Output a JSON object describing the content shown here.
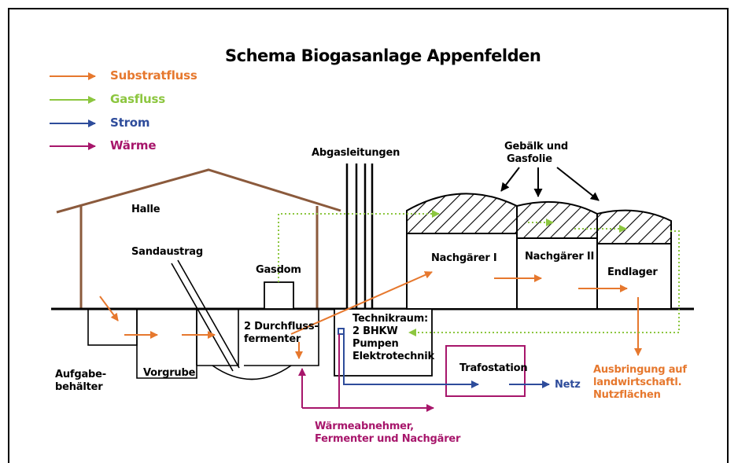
{
  "title": "Schema Biogasanlage Appenfelden",
  "colors": {
    "substrate": "#e6782e",
    "gas": "#8cc63f",
    "power": "#2e4c9b",
    "heat": "#a7166b",
    "building": "#8b5a3c",
    "line": "#000000"
  },
  "legend": [
    {
      "label": "Substratfluss",
      "color": "#e6782e"
    },
    {
      "label": "Gasfluss",
      "color": "#8cc63f"
    },
    {
      "label": "Strom",
      "color": "#2e4c9b"
    },
    {
      "label": "Wärme",
      "color": "#a7166b"
    }
  ],
  "labels": {
    "halle": "Halle",
    "sandaustrag": "Sandaustrag",
    "gasdom": "Gasdom",
    "abgasleitungen": "Abgasleitungen",
    "gebaelk_1": "Gebälk und",
    "gebaelk_2": "Gasfolie",
    "nachgaerer1": "Nachgärer I",
    "nachgaerer2": "Nachgärer II",
    "endlager": "Endlager",
    "durchfluss_1": "2 Durchfluss-",
    "durchfluss_2": "fermenter",
    "technik_1": "Technikraum:",
    "technik_2": "2 BHKW",
    "technik_3": "Pumpen",
    "technik_4": "Elektrotechnik",
    "aufgabe_1": "Aufgabe-",
    "aufgabe_2": "behälter",
    "vorgrube": "Vorgrube",
    "trafostation": "Trafostation",
    "netz": "Netz",
    "ausbringung_1": "Ausbringung auf",
    "ausbringung_2": "landwirtschaftl.",
    "ausbringung_3": "Nutzflächen",
    "waerme_1": "Wärmeabnehmer,",
    "waerme_2": "Fermenter und Nachgärer"
  }
}
